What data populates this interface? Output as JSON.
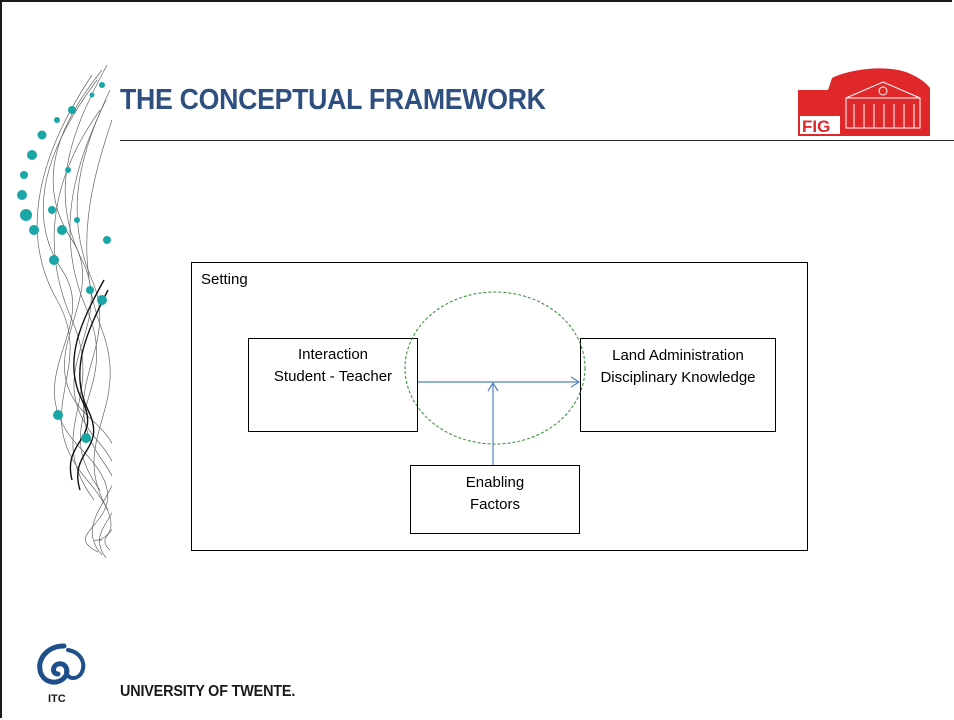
{
  "slide": {
    "title": "THE CONCEPTUAL FRAMEWORK",
    "footer": "UNIVERSITY OF TWENTE."
  },
  "logos": {
    "fig": {
      "text": "FIG",
      "icon": "fig-building-logo-icon",
      "color": "#e0282a"
    },
    "itc": {
      "text": "ITC",
      "icon": "itc-swirl-logo-icon",
      "color": "#1f4f8a"
    }
  },
  "diagram": {
    "setting_label": "Setting",
    "boxes": {
      "interaction": {
        "line1": "Interaction",
        "line2": "Student - Teacher"
      },
      "knowledge": {
        "line1": "Land Administration",
        "line2": "Disciplinary Knowledge"
      },
      "enabling": {
        "line1": "Enabling",
        "line2": "Factors"
      }
    },
    "colors": {
      "arrow": "#4f81bd",
      "ellipse": "#2e8b2e",
      "box_border": "#000000"
    }
  }
}
